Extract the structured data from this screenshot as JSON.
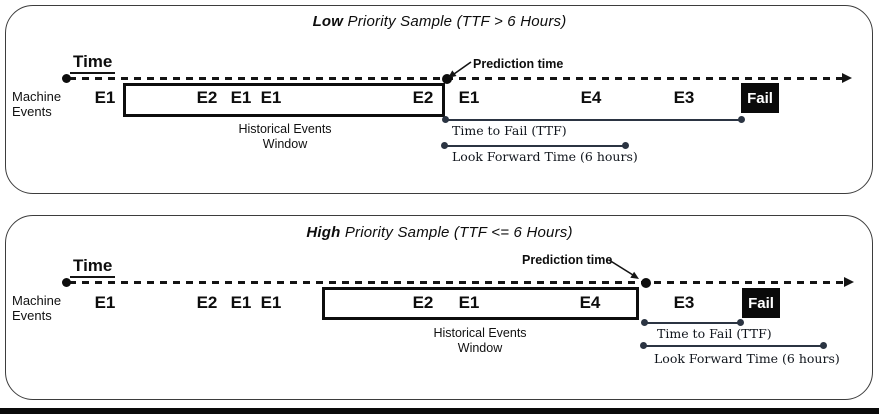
{
  "diagram": {
    "panels": [
      {
        "title": {
          "emphasis": "Low",
          "rest": " Priority Sample (TTF > 6 Hours)"
        },
        "time_axis_label": "Time",
        "row_label": {
          "line1": "Machine",
          "line2": "Events"
        },
        "events": [
          {
            "label": "E1",
            "in_window": false
          },
          {
            "label": "E2",
            "in_window": true
          },
          {
            "label": "E1",
            "in_window": true
          },
          {
            "label": "E1",
            "in_window": true
          },
          {
            "label": "E2",
            "in_window": true
          },
          {
            "label": "E1",
            "in_window": false
          },
          {
            "label": "E4",
            "in_window": false
          },
          {
            "label": "E3",
            "in_window": false
          }
        ],
        "window_label": {
          "line1": "Historical Events",
          "line2": "Window"
        },
        "prediction_label": "Prediction time",
        "ttf_label": "Time to Fail (TTF)",
        "look_forward_label": "Look Forward Time (6 hours)",
        "fail_label": "Fail"
      },
      {
        "title": {
          "emphasis": "High",
          "rest": " Priority Sample (TTF <= 6 Hours)"
        },
        "time_axis_label": "Time",
        "row_label": {
          "line1": "Machine",
          "line2": "Events"
        },
        "events": [
          {
            "label": "E1",
            "in_window": false
          },
          {
            "label": "E2",
            "in_window": false
          },
          {
            "label": "E1",
            "in_window": false
          },
          {
            "label": "E1",
            "in_window": false
          },
          {
            "label": "E2",
            "in_window": true
          },
          {
            "label": "E1",
            "in_window": true
          },
          {
            "label": "E4",
            "in_window": true
          },
          {
            "label": "E3",
            "in_window": false
          }
        ],
        "window_label": {
          "line1": "Historical Events",
          "line2": "Window"
        },
        "prediction_label": "Prediction time",
        "ttf_label": "Time to Fail (TTF)",
        "look_forward_label": "Look Forward Time (6 hours)",
        "fail_label": "Fail"
      }
    ],
    "colors": {
      "stroke": "#141414",
      "annotation_line": "#2b3442",
      "fail_background": "#0a0a0a",
      "fail_text": "#ffffff"
    }
  }
}
